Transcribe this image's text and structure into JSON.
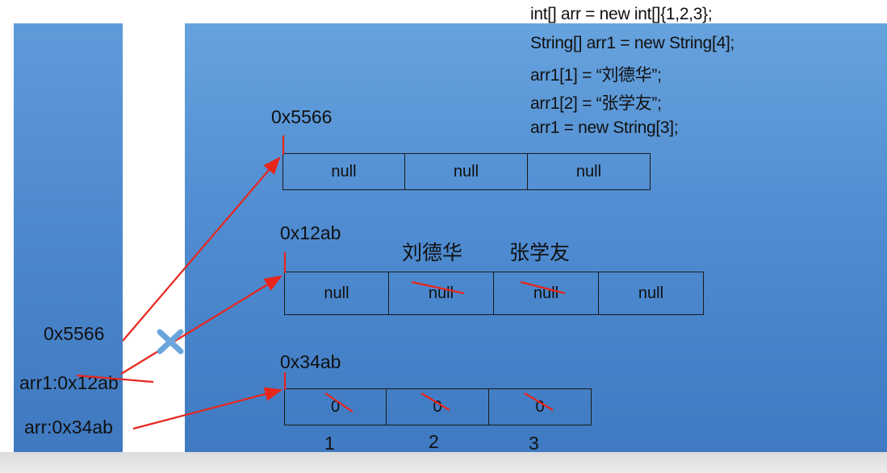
{
  "code": [
    "int[] arr = new int[]{1,2,3};",
    "String[] arr1 = new String[4];",
    "arr1[1] = “刘德华”;",
    "arr1[2] = “张学友”;",
    "arr1 = new String[3];"
  ],
  "stack": {
    "var1": "0x5566",
    "var2": "arr1:0x12ab",
    "var3": "arr:0x34ab"
  },
  "heap": {
    "array_a": {
      "address": "0x5566",
      "cells": [
        "null",
        "null",
        "null"
      ]
    },
    "array_b": {
      "address": "0x12ab",
      "cells": [
        "null",
        "null",
        "null",
        "null"
      ],
      "labels": [
        "刘德华",
        "张学友"
      ]
    },
    "array_c": {
      "address": "0x34ab",
      "cells": [
        "0",
        "0",
        "0"
      ],
      "indices": [
        "1",
        "2",
        "3"
      ]
    }
  },
  "colors": {
    "arrow": "#e8261c",
    "cross": "#6aa5dc",
    "panel": "#4e8bd0"
  }
}
